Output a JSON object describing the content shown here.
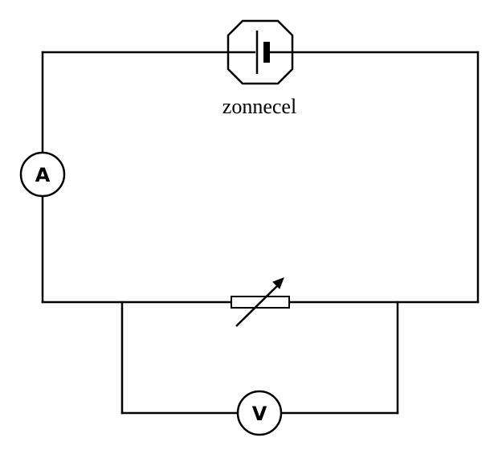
{
  "diagram": {
    "solar_cell_label": "zonnecel",
    "ammeter_symbol": "A",
    "voltmeter_symbol": "V"
  },
  "components": [
    {
      "id": "solar-cell",
      "kind": "solar-cell-icon",
      "label": "zonnecel"
    },
    {
      "id": "ammeter",
      "kind": "ammeter-icon",
      "symbol": "A"
    },
    {
      "id": "variable-resistor",
      "kind": "variable-resistor-icon"
    },
    {
      "id": "voltmeter",
      "kind": "voltmeter-icon",
      "symbol": "V"
    }
  ],
  "colors": {
    "line": "#000000",
    "background": "#ffffff"
  }
}
